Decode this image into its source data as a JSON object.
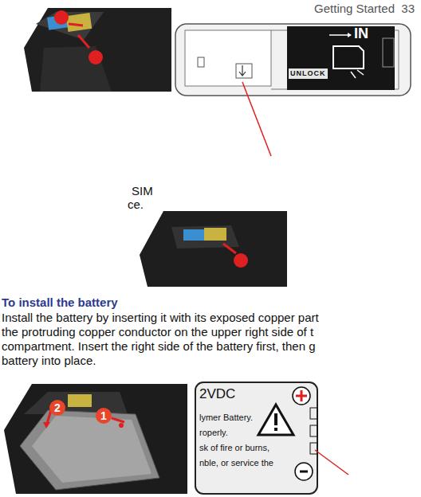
{
  "diagram": {
    "title": "To install the battery",
    "labels": [
      "Getting Started  33",
      "IN",
      "UNLOCK",
      "SIM",
      "ce.",
      "Install the battery by inserting it with its exposed copper part",
      "the protruding copper conductor on the upper right side of t",
      "compartment. Insert the right side of the battery first, then g",
      "battery into place.",
      "2",
      "1",
      "2VDC",
      "lymer Battery.",
      "roperly.",
      "sk of fire or burns,",
      "nble, or service the"
    ]
  }
}
